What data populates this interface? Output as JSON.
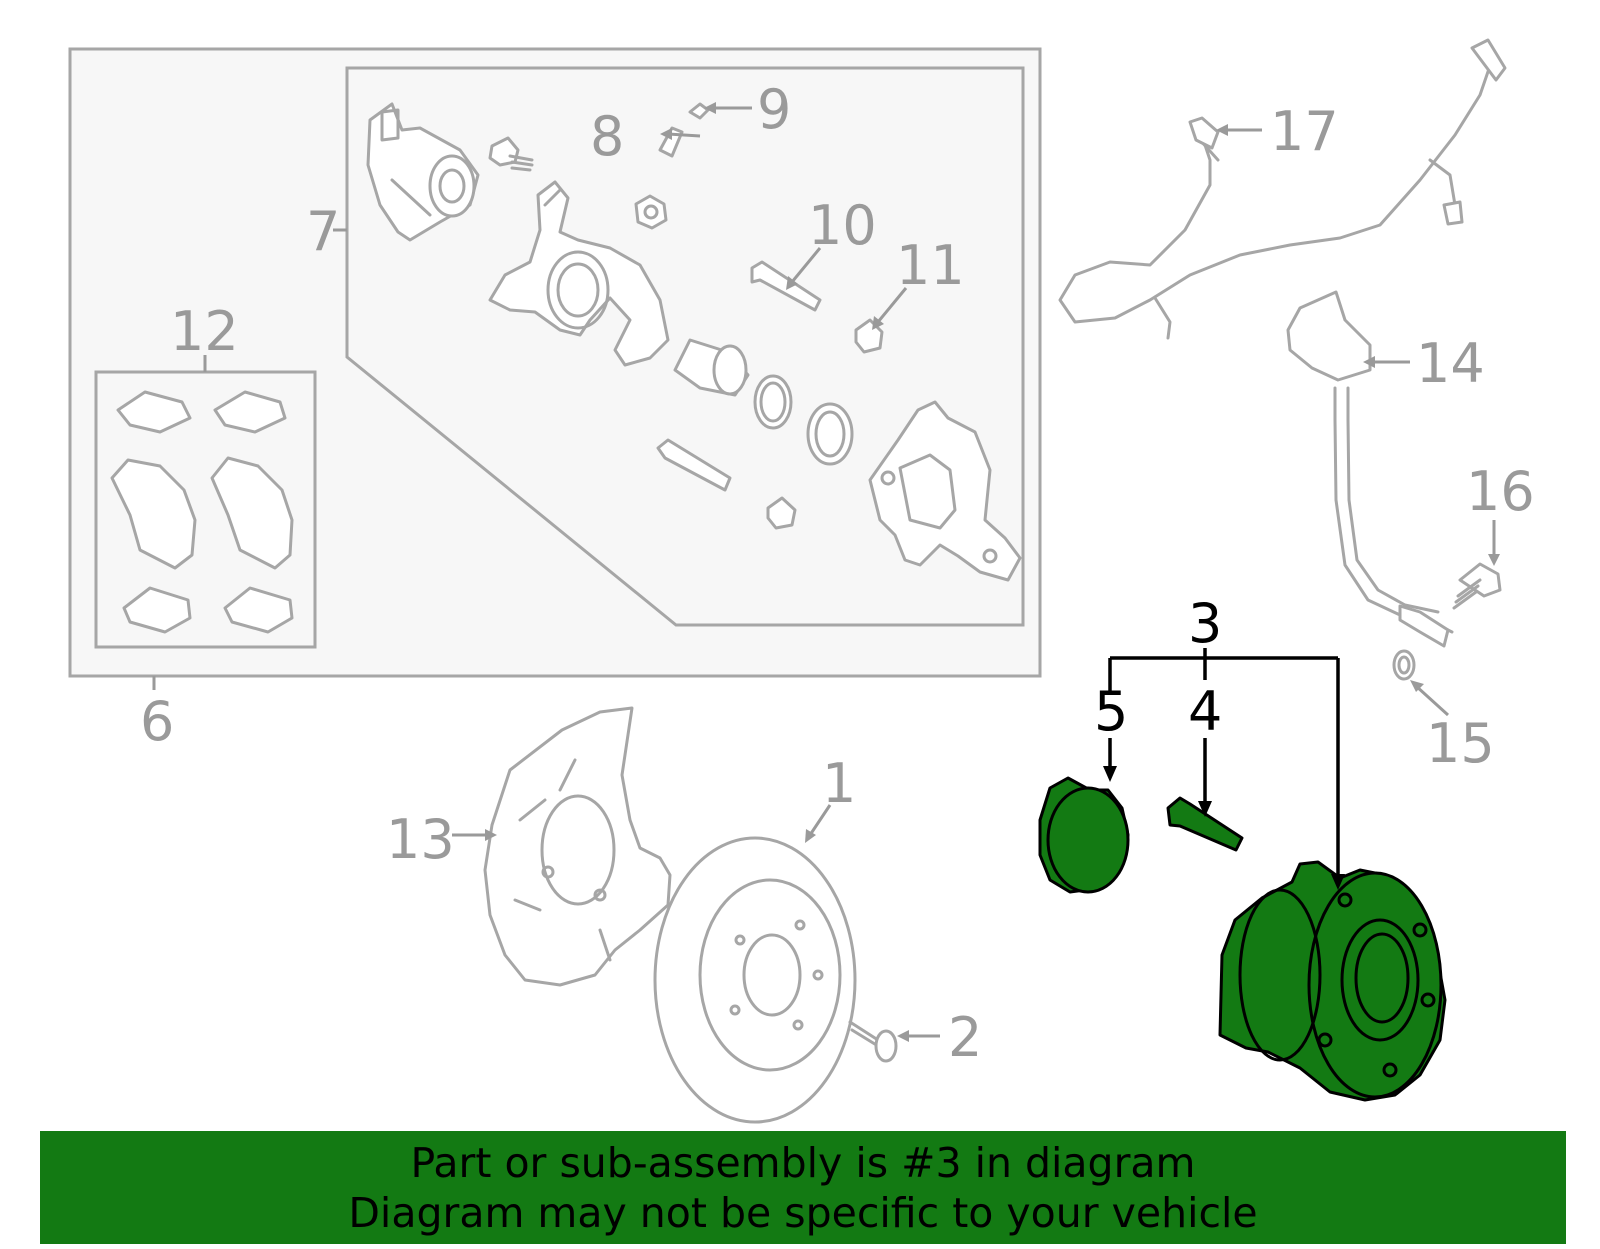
{
  "callouts": {
    "c1": "1",
    "c2": "2",
    "c3": "3",
    "c4": "4",
    "c5": "5",
    "c6": "6",
    "c7": "7",
    "c8": "8",
    "c9": "9",
    "c10": "10",
    "c11": "11",
    "c12": "12",
    "c13": "13",
    "c14": "14",
    "c15": "15",
    "c16": "16",
    "c17": "17"
  },
  "highlight": {
    "part_number": "3",
    "sub_parts": [
      "4",
      "5"
    ],
    "color": "#137a13"
  },
  "colors": {
    "line": "#a6a6a6",
    "callout": "#9a9a9a",
    "box_fill": "#f7f7f7"
  },
  "banner": {
    "line1": "Part or sub-assembly is #3 in diagram",
    "line2": "Diagram may not be specific to your vehicle"
  }
}
